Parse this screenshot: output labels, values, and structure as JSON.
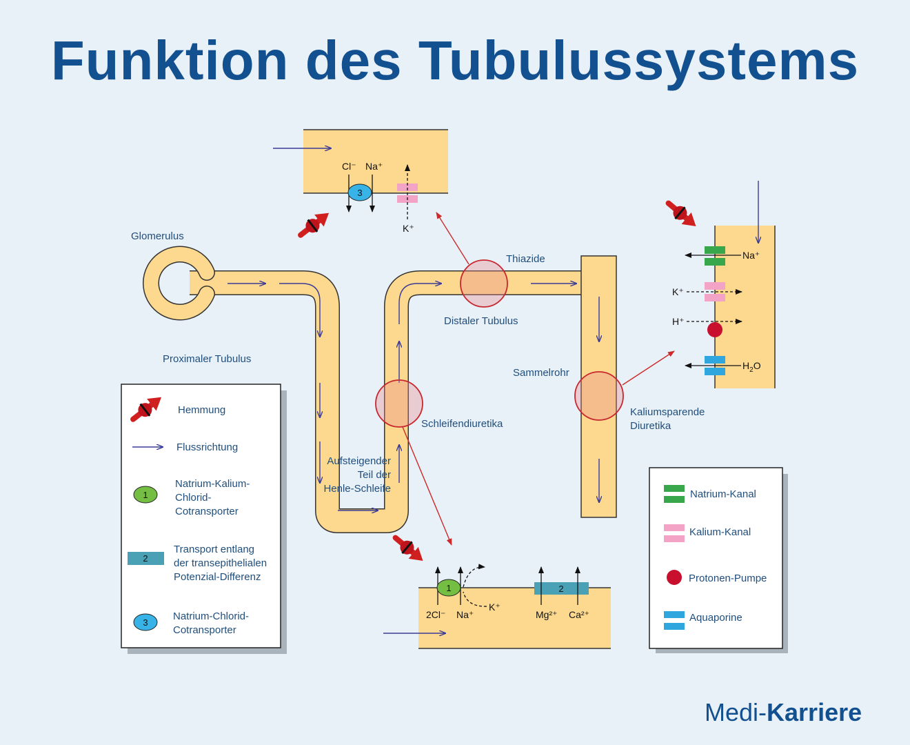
{
  "title": "Funktion des Tubulussystems",
  "labels": {
    "glomerulus": "Glomerulus",
    "proximal": "Proximaler Tubulus",
    "ascending1": "Aufsteigender",
    "ascending2": "Teil der",
    "ascending3": "Henle-Schleife",
    "distal": "Distaler Tubulus",
    "thiazide": "Thiazide",
    "schleife": "Schleifendiuretika",
    "sammelrohr": "Sammelrohr",
    "kalium1": "Kaliumsparende",
    "kalium2": "Diuretika"
  },
  "ions": {
    "cl": "Cl⁻",
    "na": "Na⁺",
    "k": "K⁺",
    "h": "H⁺",
    "h2o_main": "H",
    "h2o_sub": "2",
    "h2o_end": "O",
    "two_cl": "2Cl⁻",
    "mg": "Mg²⁺",
    "ca": "Ca²⁺"
  },
  "transporters": {
    "one": "1",
    "two": "2",
    "three": "3"
  },
  "legend_left": {
    "hemmung": "Hemmung",
    "fluss": "Flussrichtung",
    "nkcc1": "Natrium-Kalium-",
    "nkcc2": "Chlorid-",
    "nkcc3": "Cotransporter",
    "trans1": "Transport entlang",
    "trans2": "der transepithelialen",
    "trans3": "Potenzial-Differenz",
    "ncc1": "Natrium-Chlorid-",
    "ncc2": "Cotransporter"
  },
  "legend_right": {
    "natrium": "Natrium-Kanal",
    "kalium": "Kalium-Kanal",
    "protonen": "Protonen-Pumpe",
    "aquaporine": "Aquaporine"
  },
  "brand": {
    "prefix": "Medi-",
    "name": "Karriere"
  },
  "colors": {
    "title": "#13508f",
    "tubule": "#fcd98e",
    "tubule_stroke": "#333333",
    "flow": "#3a3a96",
    "inhibit": "#d01f1f",
    "pointer": "#cc2a2a",
    "sodium": "#38a64b",
    "potassium": "#f3a3c6",
    "proton": "#c8102e",
    "aquaporin": "#2fa6de",
    "nkcc": "#74bf43",
    "transepithelial": "#4aa0b5",
    "ncc": "#37b3e8"
  }
}
